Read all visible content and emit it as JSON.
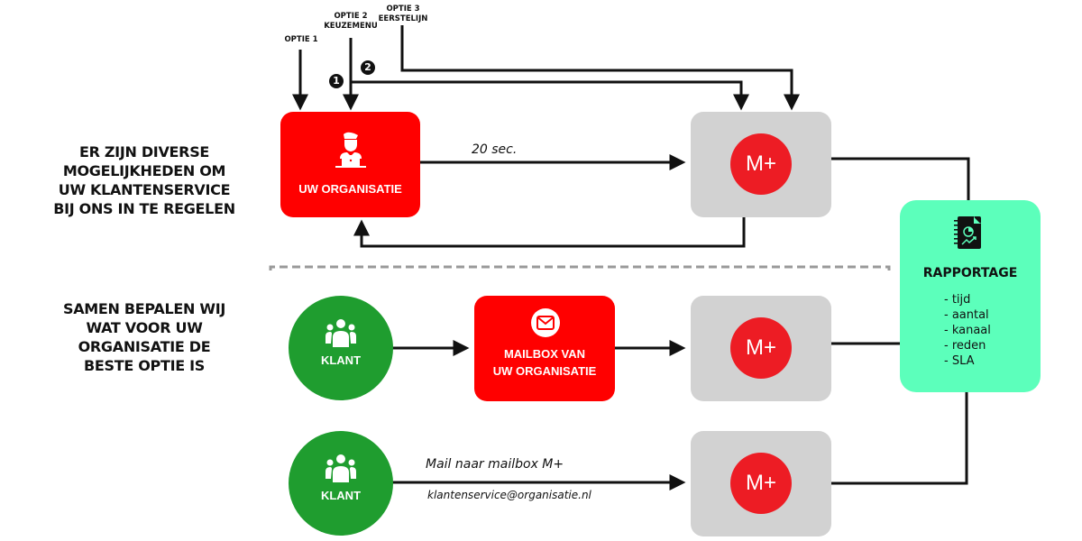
{
  "intro": {
    "heading_top": "ER ZIJN DIVERSE\nMOGELIJKHEDEN OM\nUW KLANTENSERVICE\nBIJ ONS IN TE REGELEN",
    "heading_bottom": "SAMEN BEPALEN WIJ\nWAT VOOR UW\nORGANISATIE DE\nBESTE OPTIE IS"
  },
  "options": [
    {
      "label": "OPTIE 1"
    },
    {
      "label": "OPTIE 2\nKEUZEMENU"
    },
    {
      "label": "OPTIE 3\nEERSTELIJN"
    }
  ],
  "badges": [
    "1",
    "2"
  ],
  "nodes": {
    "organisatie": {
      "label": "UW ORGANISATIE",
      "icon": "agent-at-laptop-icon"
    },
    "mplus": {
      "label": "M+"
    },
    "mailbox": {
      "label": "MAILBOX VAN\nUW ORGANISATIE",
      "icon": "envelope-icon"
    },
    "klant": {
      "label": "KLANT",
      "icon": "users-group-icon"
    },
    "rapportage": {
      "title": "RAPPORTAGE",
      "icon": "report-notebook-icon",
      "items": [
        "- tijd",
        "- aantal",
        "- kanaal",
        "- reden",
        "- SLA"
      ]
    }
  },
  "edges": {
    "org_to_mplus": "20 sec.",
    "mail_label": "Mail naar mailbox M+",
    "mail_address": "klantenservice@organisatie.nl"
  },
  "colors": {
    "red_box": "#ff0000",
    "mplus_circle": "#ed1c24",
    "grey_box": "#d2d2d2",
    "klant_green": "#1f9d2f",
    "rapportage_green": "#5cffbb",
    "divider": "#999999"
  }
}
